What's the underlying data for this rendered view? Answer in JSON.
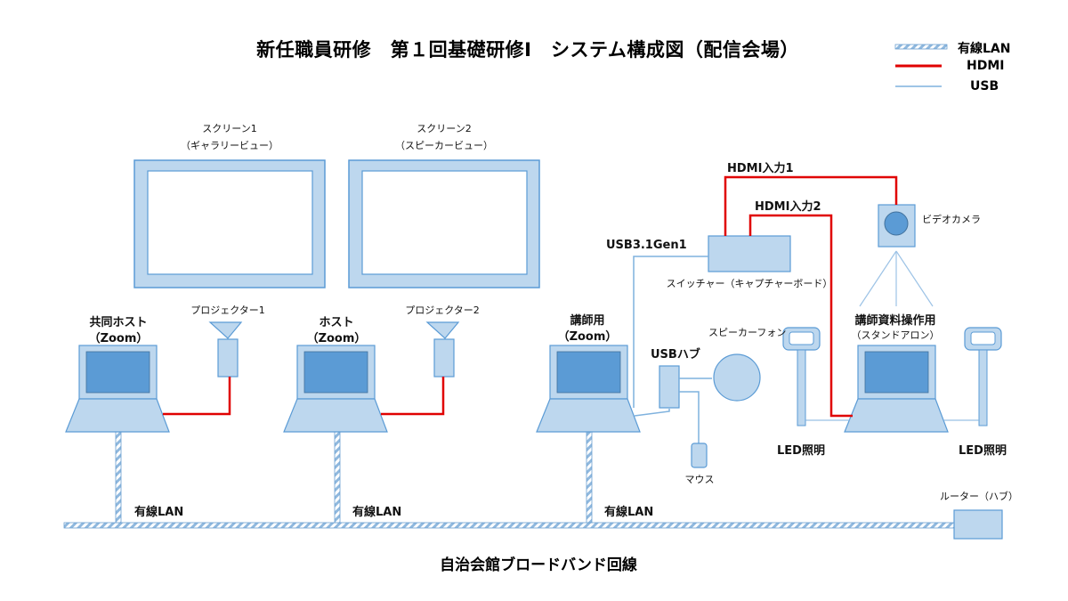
{
  "title": "新任職員研修　第１回基礎研修Ⅰ　システム構成図（配信会場）",
  "legend": {
    "wired_lan": "有線LAN",
    "hdmi": "HDMI",
    "usb": "USB"
  },
  "colors": {
    "device_fill": "#bdd7ee",
    "device_stroke": "#5b9bd5",
    "screen_fill": "#5b9bd5",
    "hdmi": "#e00000",
    "usb": "#7fb2de",
    "lan_stripe": "#9dc3e6"
  },
  "screens": {
    "screen1": {
      "line1": "スクリーン1",
      "line2": "（ギャラリービュー）"
    },
    "screen2": {
      "line1": "スクリーン2",
      "line2": "（スピーカービュー）"
    }
  },
  "devices": {
    "cohost": {
      "line1": "共同ホスト",
      "line2": "（Zoom）"
    },
    "host": {
      "line1": "ホスト",
      "line2": "（Zoom）"
    },
    "instructor": {
      "line1": "講師用",
      "line2": "（Zoom）"
    },
    "standalone": {
      "line1": "講師資料操作用",
      "line2": "（スタンドアロン）"
    },
    "projector1": "プロジェクター1",
    "projector2": "プロジェクター2",
    "switcher": "スイッチャー（キャプチャーボード）",
    "video_camera": "ビデオカメラ",
    "speakerphone": "スピーカーフォン",
    "usb_hub": "USBハブ",
    "mouse": "マウス",
    "led1": "LED照明",
    "led2": "LED照明",
    "router": "ルーター（ハブ）"
  },
  "connections": {
    "hdmi_in1": "HDMI入力1",
    "hdmi_in2": "HDMI入力2",
    "usb31": "USB3.1Gen1",
    "lan1": "有線LAN",
    "lan2": "有線LAN",
    "lan3": "有線LAN"
  },
  "footer": "自治会館ブロードバンド回線"
}
